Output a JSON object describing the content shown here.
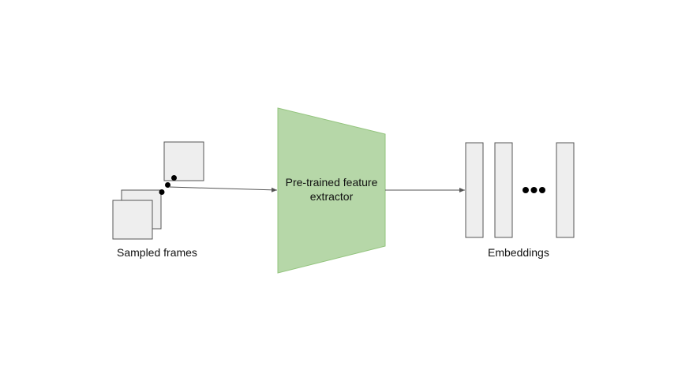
{
  "labels": {
    "sampled_frames": "Sampled frames",
    "extractor_line1": "Pre-trained feature",
    "extractor_line2": "extractor",
    "embeddings": "Embeddings"
  },
  "colors": {
    "frame_fill": "#eeeeee",
    "frame_stroke": "#555555",
    "extractor_fill": "#b6d7a8",
    "extractor_stroke": "#93c47d",
    "arrow": "#555555",
    "dots": "#000000"
  }
}
